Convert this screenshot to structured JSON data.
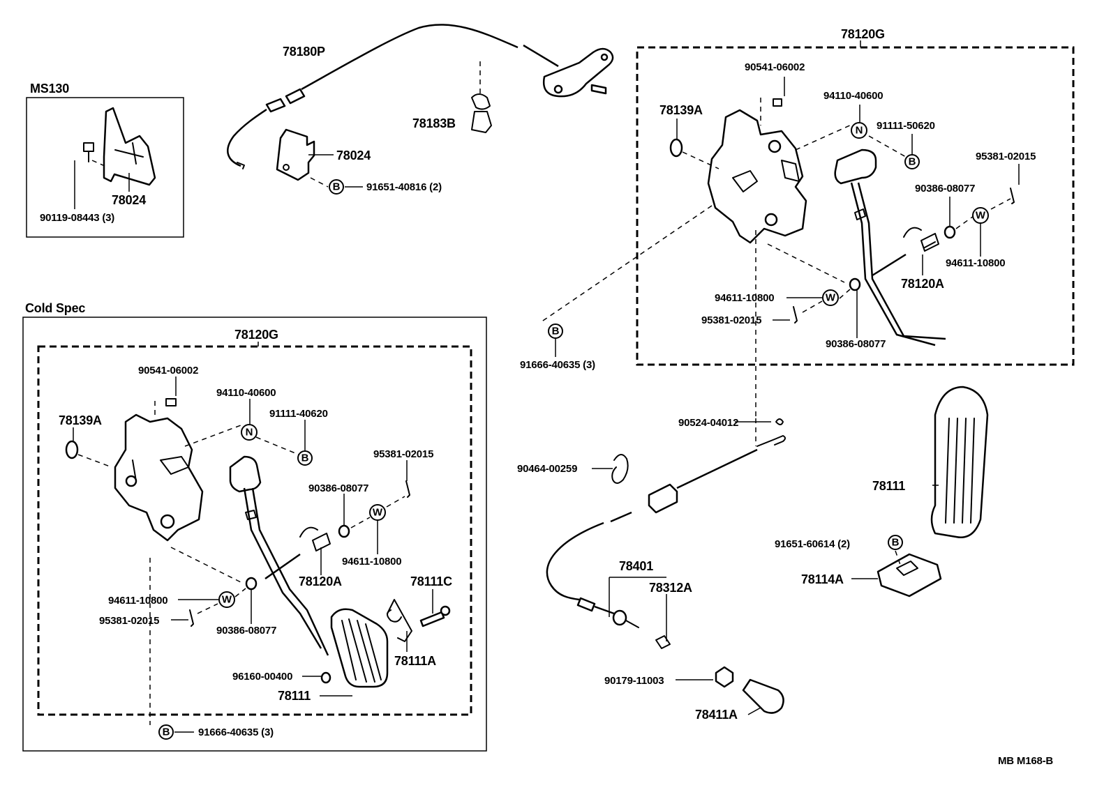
{
  "labels": {
    "ms130": "MS130",
    "cold_spec": "Cold Spec",
    "p78180P": "78180P",
    "p78183B": "78183B",
    "p78024_top": "78024",
    "p91651_40816": "91651-40816 (2)",
    "p78024_ms": "78024",
    "p90119_08443": "90119-08443 (3)",
    "p78120G_right": "78120G",
    "p90541_r": "90541-06002",
    "p78139A_r": "78139A",
    "p94110_r": "94110-40600",
    "p91111_50620": "91111-50620",
    "p95381_r1": "95381-02015",
    "p90386_r1": "90386-08077",
    "p94611_r1": "94611-10800",
    "p78120A_r": "78120A",
    "p94611_r2": "94611-10800",
    "p95381_r2": "95381-02015",
    "p90386_r2": "90386-08077",
    "p91666_r": "91666-40635 (3)",
    "p78120G_left": "78120G",
    "p90541_l": "90541-06002",
    "p78139A_l": "78139A",
    "p94110_l": "94110-40600",
    "p91111_40620": "91111-40620",
    "p95381_l1": "95381-02015",
    "p90386_l1": "90386-08077",
    "p94611_l1": "94611-10800",
    "p78120A_l": "78120A",
    "p78111C": "78111C",
    "p94611_l2": "94611-10800",
    "p95381_l2": "95381-02015",
    "p90386_l2": "90386-08077",
    "p78111A": "78111A",
    "p96160": "96160-00400",
    "p78111_l": "78111",
    "p91666_l": "91666-40635 (3)",
    "p90524": "90524-04012",
    "p90464": "90464-00259",
    "p78111_r": "78111",
    "p91651_60614": "91651-60614 (2)",
    "p78114A": "78114A",
    "p78401": "78401",
    "p78312A": "78312A",
    "p90179": "90179-11003",
    "p78411A": "78411A",
    "code": "MB M168-B"
  },
  "symbols": {
    "bolt": "B",
    "nut": "N",
    "washer": "W"
  }
}
